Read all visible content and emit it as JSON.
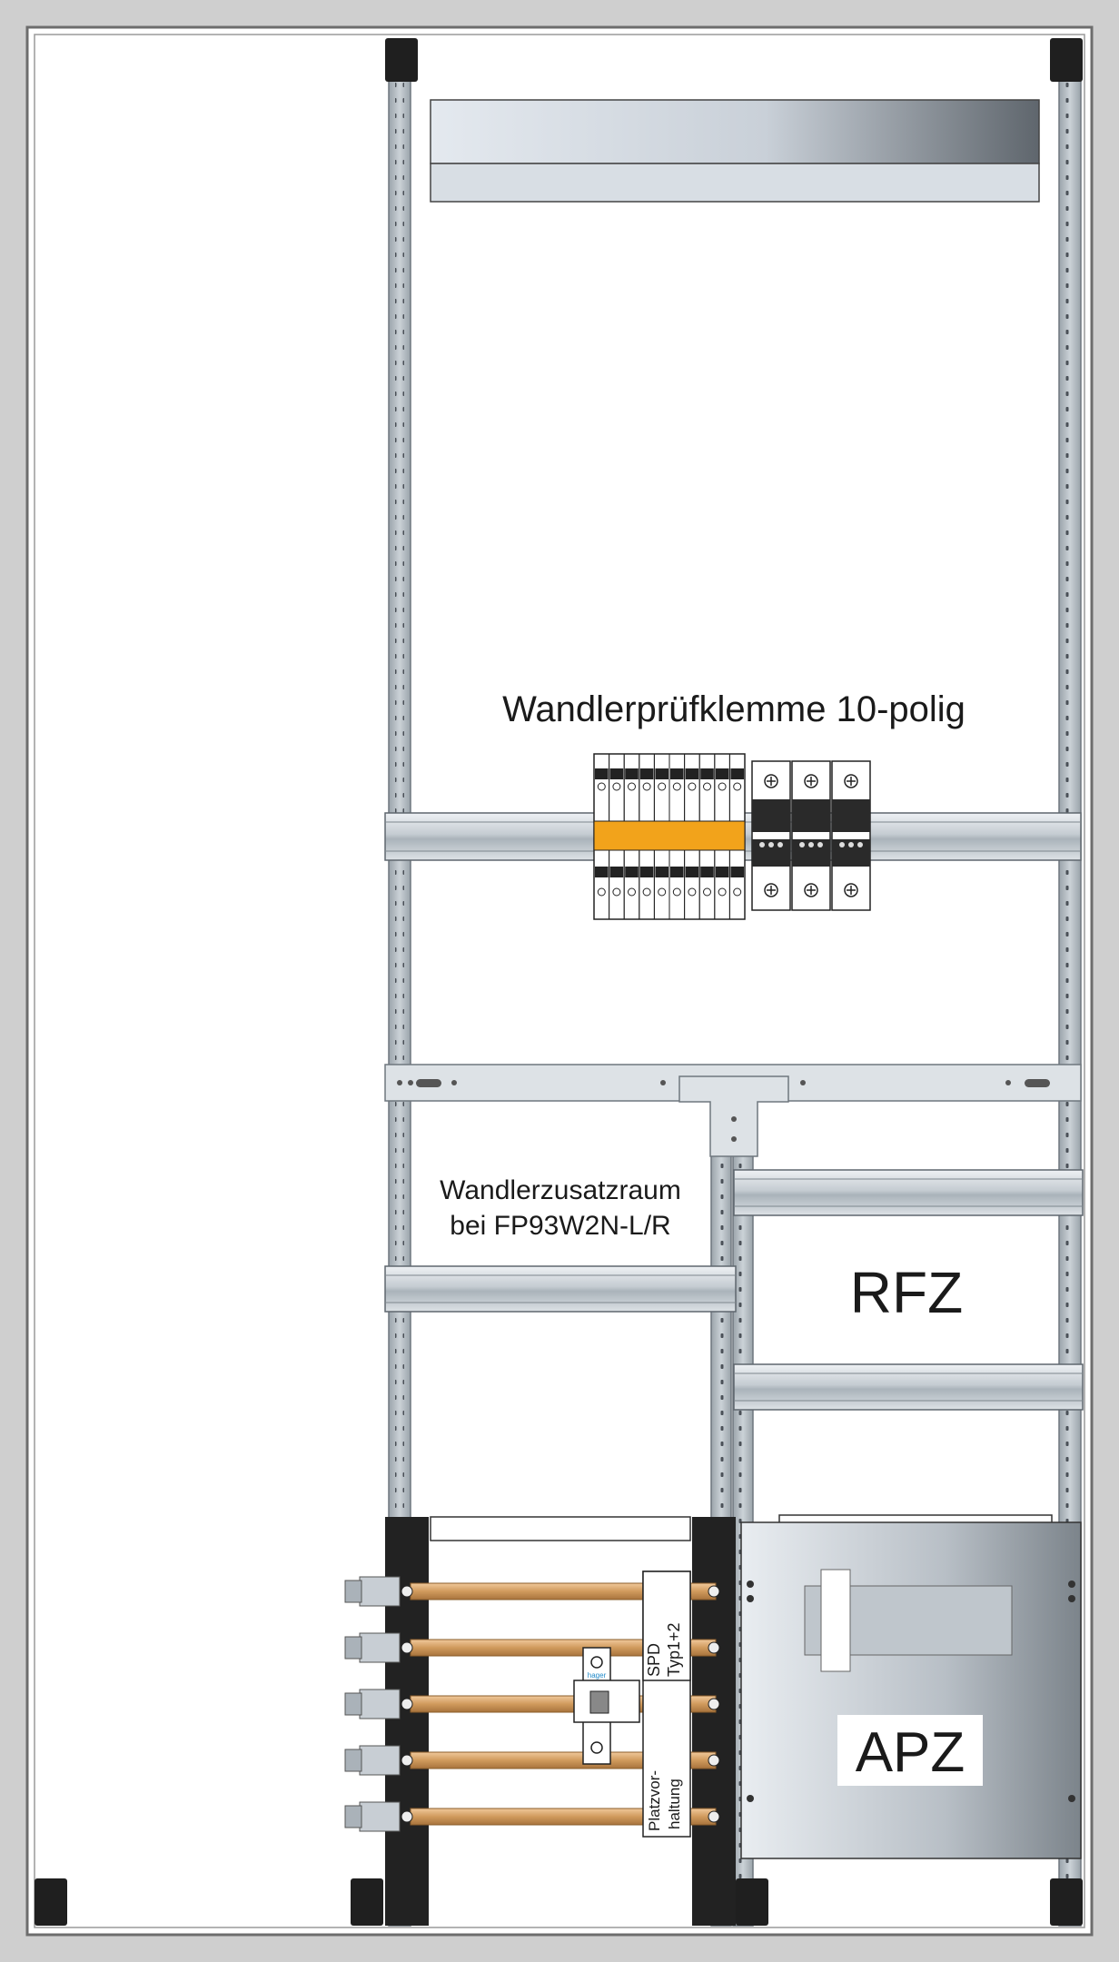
{
  "labels": {
    "test_terminal": "Wandlerprüfklemme 10-polig",
    "extra_space_line1": "Wandlerzusatzraum",
    "extra_space_line2": "bei FP93W2N-L/R",
    "rfz": "RFZ",
    "apz": "APZ",
    "spd_line1": "SPD",
    "spd_line2": "Typ1+2",
    "reserve_line1": "Platzvor-",
    "reserve_line2": "haltung",
    "breaker_brand": "hager"
  },
  "colors": {
    "frame": "#cfcfcf",
    "rail": "#bfc6cc",
    "rail_dark": "#7d868d",
    "busbar": "#d9a871",
    "terminal_accent": "#f2a31b",
    "dark": "#1f1f1f"
  }
}
